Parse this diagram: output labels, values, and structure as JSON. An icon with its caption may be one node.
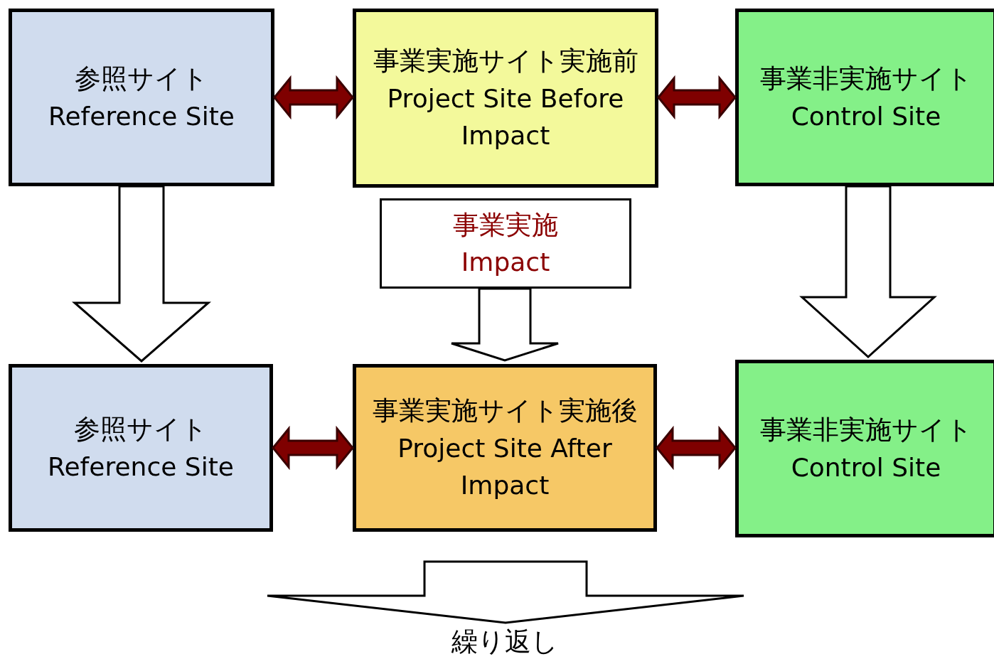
{
  "diagram": {
    "nodes": [
      {
        "text": [
          "参照サイト",
          "Reference Site"
        ]
      },
      {
        "text": [
          "事業実施サイト実施前",
          "Project Site Before Impact"
        ]
      },
      {
        "text": [
          "事業非実施サイト",
          "Control Site"
        ]
      },
      {
        "text": [
          "参照サイト",
          "Reference Site"
        ]
      },
      {
        "text": [
          "事業実施サイト実施後",
          "Project Site After Impact"
        ]
      },
      {
        "text": [
          "事業非実施サイト",
          "Control Site"
        ]
      },
      {
        "text": [
          "事業実施",
          "Impact"
        ]
      },
      {
        "text": [
          "繰り返し"
        ]
      }
    ],
    "edges": [
      {
        "from": 0,
        "to": 1,
        "arrow": "both",
        "color": "#7f0000"
      },
      {
        "from": 1,
        "to": 2,
        "arrow": "both",
        "color": "#7f0000"
      },
      {
        "from": 3,
        "to": 4,
        "arrow": "both",
        "color": "#7f0000"
      },
      {
        "from": 4,
        "to": 5,
        "arrow": "both",
        "color": "#7f0000"
      },
      {
        "from": 0,
        "to": 3,
        "arrow": "to"
      },
      {
        "from": 2,
        "to": 5,
        "arrow": "to"
      },
      {
        "from": 6,
        "to": 4,
        "arrow": "to"
      },
      {
        "from": null,
        "to": 7,
        "arrow": "to"
      }
    ]
  }
}
